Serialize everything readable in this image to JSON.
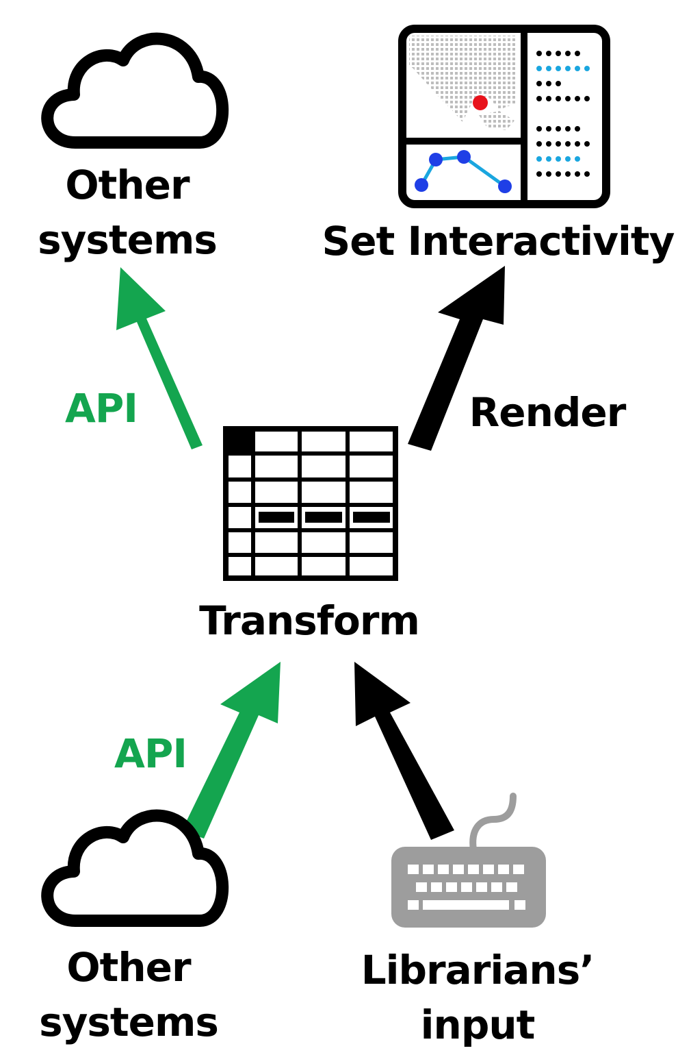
{
  "colors": {
    "api_green": "#14a54f",
    "flow_black": "#000000",
    "keyboard_gray": "#9d9d9d",
    "dot_blue": "#1aa6df",
    "point_blue": "#1f3fe6",
    "marker_red": "#e8121b",
    "map_gray": "#bdbdbd"
  },
  "nodes": {
    "other_systems_top": {
      "icon": "cloud-icon",
      "label_line1": "Other",
      "label_line2": "systems"
    },
    "set_interactivity": {
      "icon": "dashboard-icon",
      "label": "Set Interactivity"
    },
    "transform": {
      "icon": "table-grid-icon",
      "label": "Transform"
    },
    "other_systems_bottom": {
      "icon": "cloud-icon",
      "label_line1": "Other",
      "label_line2": "systems"
    },
    "librarians_input": {
      "icon": "keyboard-icon",
      "label_line1": "Librarians’",
      "label_line2": "input"
    }
  },
  "edges": {
    "transform_to_other_systems": {
      "label": "API",
      "color": "#14a54f"
    },
    "transform_to_set_interactivity": {
      "label": "Render",
      "color": "#000000"
    },
    "other_systems_to_transform": {
      "label": "API",
      "color": "#14a54f"
    },
    "librarians_to_transform": {
      "label": "",
      "color": "#000000"
    }
  }
}
